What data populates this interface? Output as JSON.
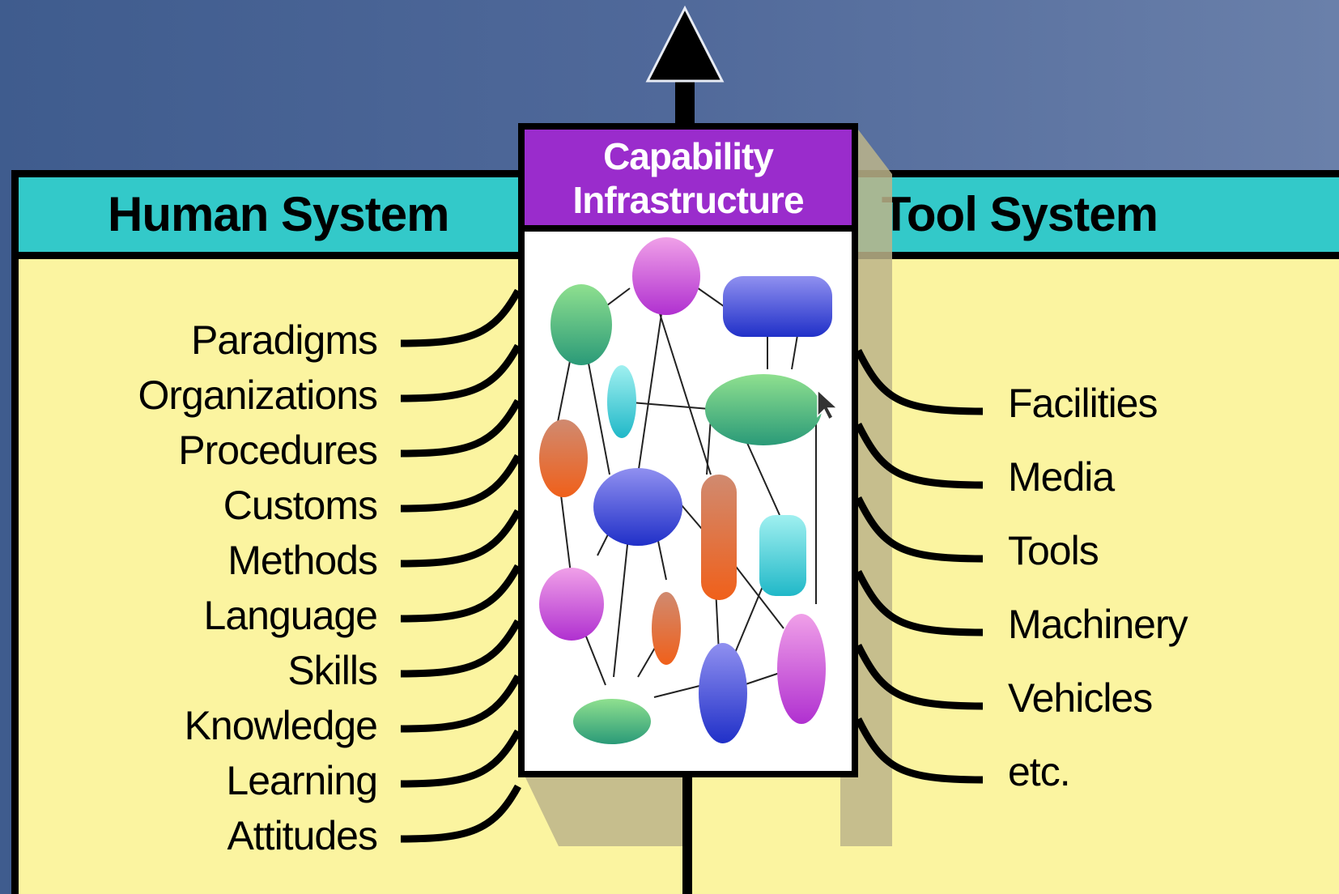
{
  "center": {
    "title_line1": "Capability",
    "title_line2": "Infrastructure"
  },
  "human_system": {
    "title": "Human System",
    "items": [
      "Paradigms",
      "Organizations",
      "Procedures",
      "Customs",
      "Methods",
      "Language",
      "Skills",
      "Knowledge",
      "Learning",
      "Attitudes"
    ]
  },
  "tool_system": {
    "title": "Tool System",
    "items": [
      "Facilities",
      "Media",
      "Tools",
      "Machinery",
      "Vehicles",
      "etc."
    ]
  },
  "colors": {
    "background": "#4a6494",
    "panel_fill": "#fbf4a0",
    "panel_header": "#33c9c9",
    "center_header": "#9a2ccc",
    "shadow": "#bcb48a"
  }
}
